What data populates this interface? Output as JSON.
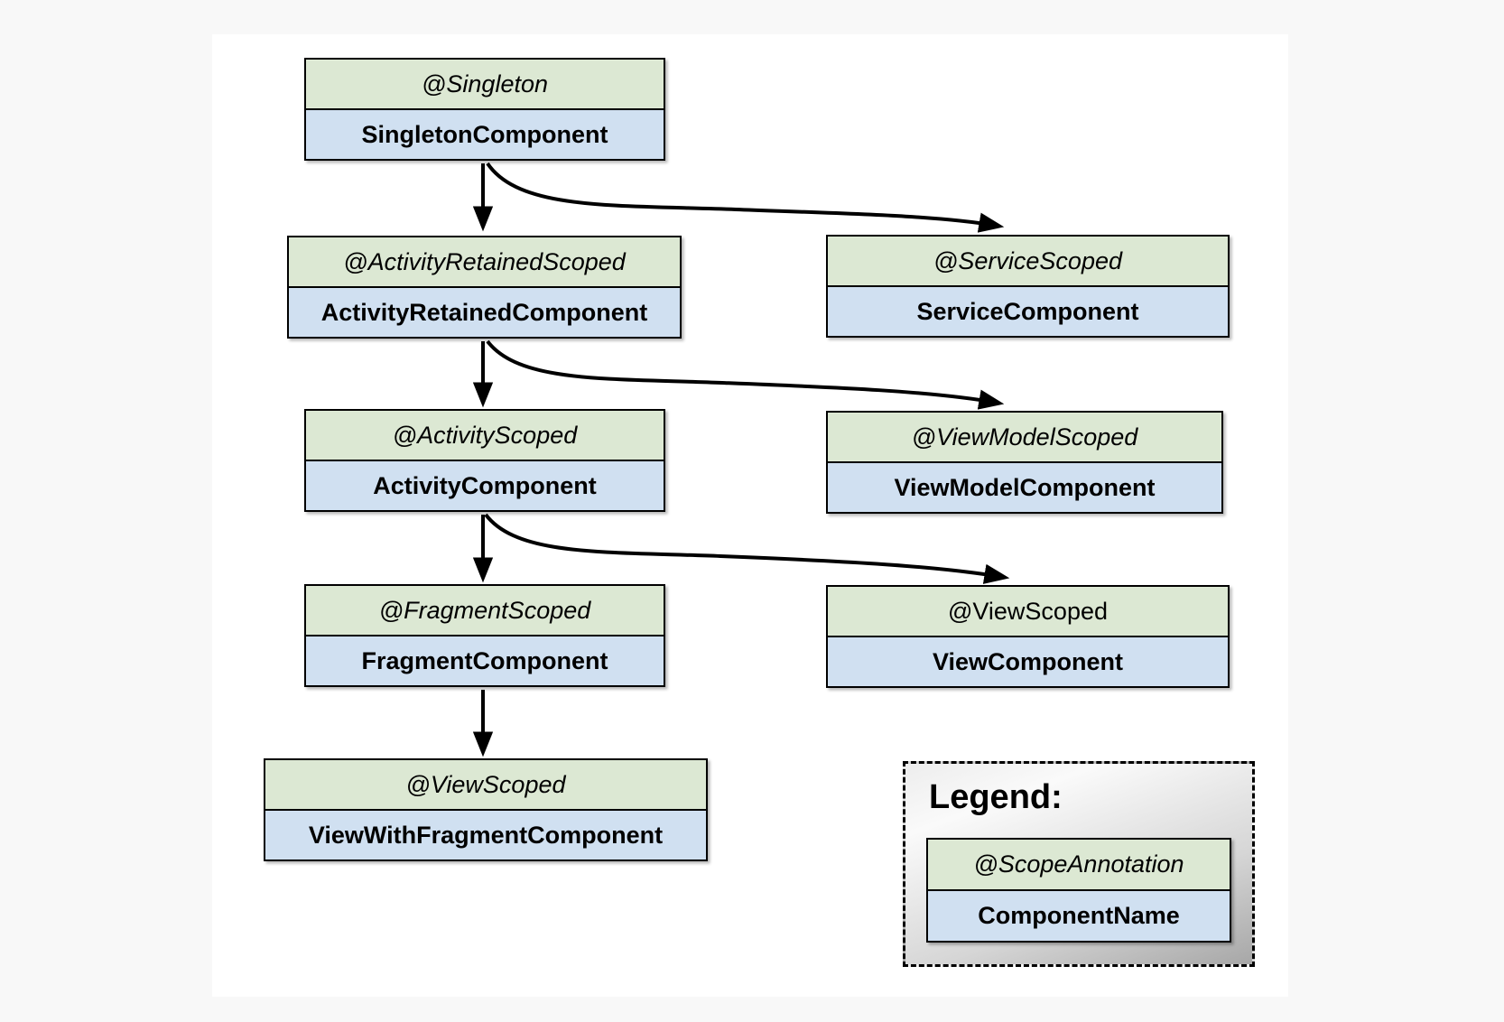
{
  "page": {
    "background": "#f8f8f8",
    "canvas_background": "#ffffff"
  },
  "colors": {
    "scope_header_bg": "#dce8d3",
    "component_bg": "#d0e0f1",
    "box_border": "#000000",
    "arrow": "#000000",
    "legend_border": "#000000",
    "legend_gradient_top": "#fafafa",
    "legend_gradient_bottom": "#a7a7a7"
  },
  "nodes": [
    {
      "scope": "@Singleton",
      "component": "SingletonComponent",
      "scope_font_style": "italic"
    },
    {
      "scope": "@ActivityRetainedScoped",
      "component": "ActivityRetainedComponent",
      "scope_font_style": "italic"
    },
    {
      "scope": "@ServiceScoped",
      "component": "ServiceComponent",
      "scope_font_style": "italic"
    },
    {
      "scope": "@ActivityScoped",
      "component": "ActivityComponent",
      "scope_font_style": "italic"
    },
    {
      "scope": "@ViewModelScoped",
      "component": "ViewModelComponent",
      "scope_font_style": "italic"
    },
    {
      "scope": "@FragmentScoped",
      "component": "FragmentComponent",
      "scope_font_style": "italic"
    },
    {
      "scope": "@ViewScoped",
      "component": "ViewComponent",
      "scope_font_style": "normal"
    },
    {
      "scope": "@ViewScoped",
      "component": "ViewWithFragmentComponent",
      "scope_font_style": "italic"
    }
  ],
  "edges": [
    {
      "from": "SingletonComponent",
      "to": "ActivityRetainedComponent"
    },
    {
      "from": "SingletonComponent",
      "to": "ServiceComponent"
    },
    {
      "from": "ActivityRetainedComponent",
      "to": "ActivityComponent"
    },
    {
      "from": "ActivityRetainedComponent",
      "to": "ViewModelComponent"
    },
    {
      "from": "ActivityComponent",
      "to": "FragmentComponent"
    },
    {
      "from": "ActivityComponent",
      "to": "ViewComponent"
    },
    {
      "from": "FragmentComponent",
      "to": "ViewWithFragmentComponent"
    }
  ],
  "legend": {
    "title": "Legend:",
    "scope_label": "@ScopeAnnotation",
    "component_label": "ComponentName"
  }
}
